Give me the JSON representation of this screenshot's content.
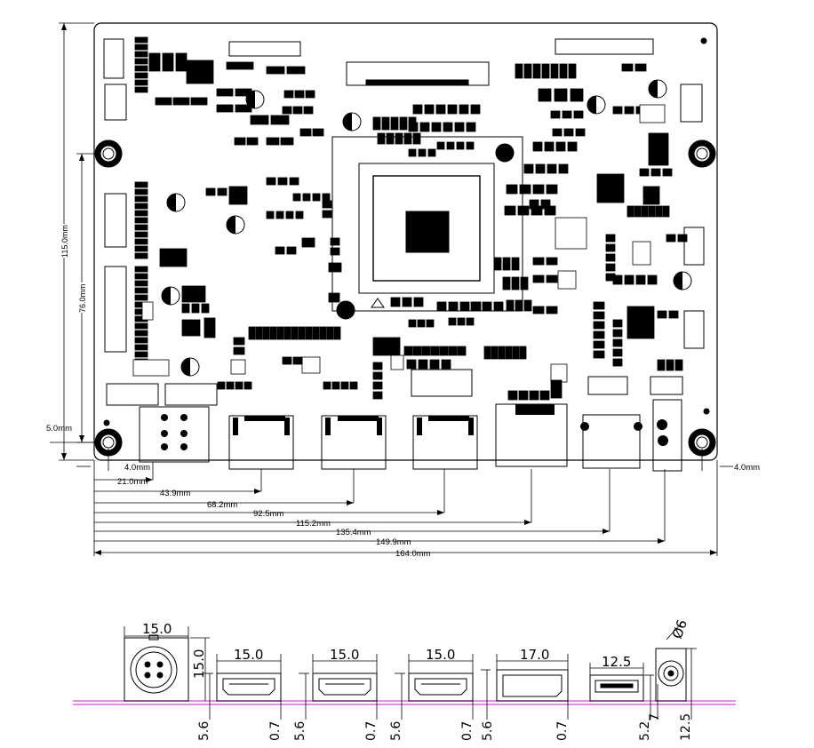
{
  "top_view": {
    "vertical_dims": {
      "board_height": "115.0mm",
      "hole_spacing": "76.0mm",
      "hole_offset": "5.0mm"
    },
    "edge_offsets": {
      "left": "4.0mm",
      "right": "4.0mm"
    },
    "horizontal_dims": [
      "21.0mm",
      "43.9mm",
      "68.2mm",
      "92.5mm",
      "115.2mm",
      "135.4mm",
      "149.9mm",
      "164.0mm"
    ]
  },
  "side_view": {
    "widths": {
      "vga": "15.0",
      "vga_height": "15.0",
      "hdmi1": "15.0",
      "hdmi2": "15.0",
      "hdmi3": "15.0",
      "dp": "17.0",
      "usb": "12.5",
      "dc_diameter": "Ø6"
    },
    "bottom_dims": [
      "5.6",
      "0.7",
      "5.6",
      "0.7",
      "5.6",
      "0.7",
      "5.6",
      "0.7",
      "5.2",
      "7",
      "12.5"
    ]
  },
  "colors": {
    "pcb_line": "#e040e0",
    "ink": "#000000"
  }
}
